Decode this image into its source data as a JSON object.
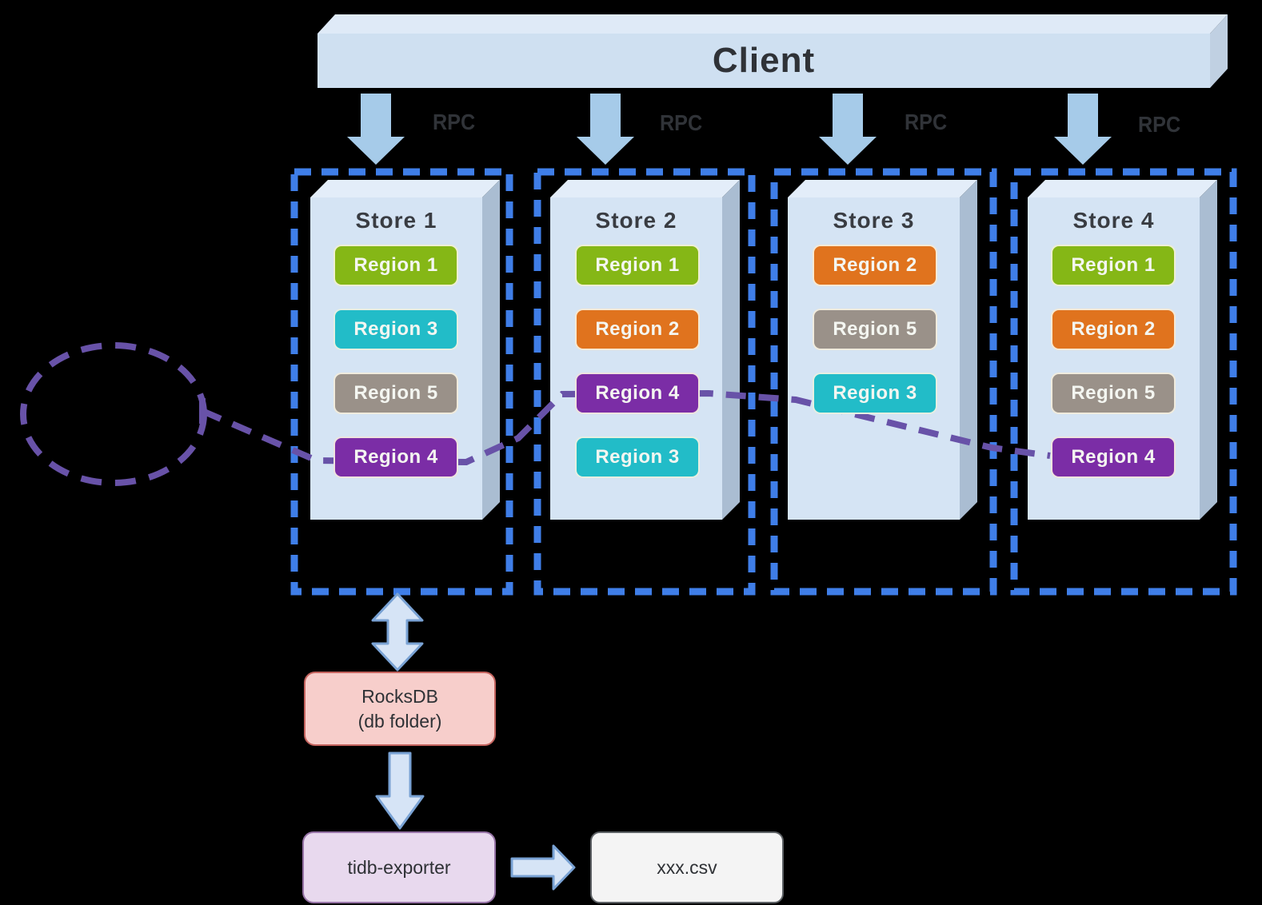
{
  "client": {
    "label": "Client"
  },
  "rpc": {
    "label": "RPC"
  },
  "stores": [
    {
      "title": "Store 1",
      "regions": [
        {
          "label": "Region 1",
          "color": "#85b716"
        },
        {
          "label": "Region 3",
          "color": "#22bcc8"
        },
        {
          "label": "Region 5",
          "color": "#9a9189"
        },
        {
          "label": "Region 4",
          "color": "#7b2da6"
        }
      ]
    },
    {
      "title": "Store 2",
      "regions": [
        {
          "label": "Region 1",
          "color": "#85b716"
        },
        {
          "label": "Region 2",
          "color": "#e0731e"
        },
        {
          "label": "Region 4",
          "color": "#7b2da6"
        },
        {
          "label": "Region 3",
          "color": "#22bcc8"
        }
      ]
    },
    {
      "title": "Store 3",
      "regions": [
        {
          "label": "Region 2",
          "color": "#e0731e"
        },
        {
          "label": "Region 5",
          "color": "#9a9189"
        },
        {
          "label": "Region 3",
          "color": "#22bcc8"
        }
      ]
    },
    {
      "title": "Store 4",
      "regions": [
        {
          "label": "Region 1",
          "color": "#85b716"
        },
        {
          "label": "Region 2",
          "color": "#e0731e"
        },
        {
          "label": "Region 5",
          "color": "#9a9189"
        },
        {
          "label": "Region 4",
          "color": "#7b2da6"
        }
      ]
    }
  ],
  "pipeline": {
    "rocksdb": {
      "line1": "RocksDB",
      "line2": "(db folder)"
    },
    "exporter_label": "tidb-exporter",
    "output_label": "xxx.csv"
  },
  "colors": {
    "background": "#000000",
    "store_dashed_outline": "#3f7ee8",
    "region_replica_link": "#6852a8",
    "rpc_arrow_fill": "#a6cbe9",
    "pipeline_arrow_fill": "#d6e4f6",
    "pipeline_arrow_stroke": "#79a2d4",
    "box_front": "#d5e4f4",
    "box_top": "#e3edf9",
    "box_side": "#aabdd2",
    "client_front": "#cfe0f1",
    "client_top": "#dfeaf7",
    "client_side": "#c0d0e2",
    "rocksdb_fill": "#f7cecb",
    "rocksdb_border": "#c4635e",
    "exporter_fill": "#e8d9ee",
    "exporter_border": "#9673a6",
    "output_fill": "#f4f4f4",
    "output_border": "#5d6165"
  }
}
